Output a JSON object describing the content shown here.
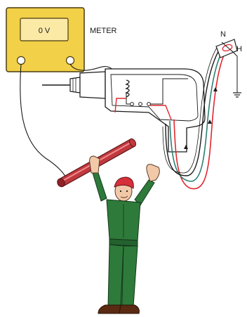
{
  "meter": {
    "reading": "0 V",
    "label": "METER"
  },
  "terminals": {
    "neutral": "N",
    "hot": "H"
  },
  "colors": {
    "meter_body": "#f2d047",
    "meter_edge": "#4a3a10",
    "display_face": "#fbe9a6",
    "hot_wire": "#e0282d",
    "neutral_wire": "#2f7f73",
    "ground_wire": "#1a1a1a",
    "pipe": "#c0393e",
    "overalls": "#2e7a3a",
    "skin": "#f2c9a8",
    "cap": "#d6303a"
  },
  "icons": [
    "multimeter-icon",
    "drill-icon",
    "pipe-icon",
    "person-icon",
    "ground-symbol-icon",
    "plug-icon"
  ]
}
